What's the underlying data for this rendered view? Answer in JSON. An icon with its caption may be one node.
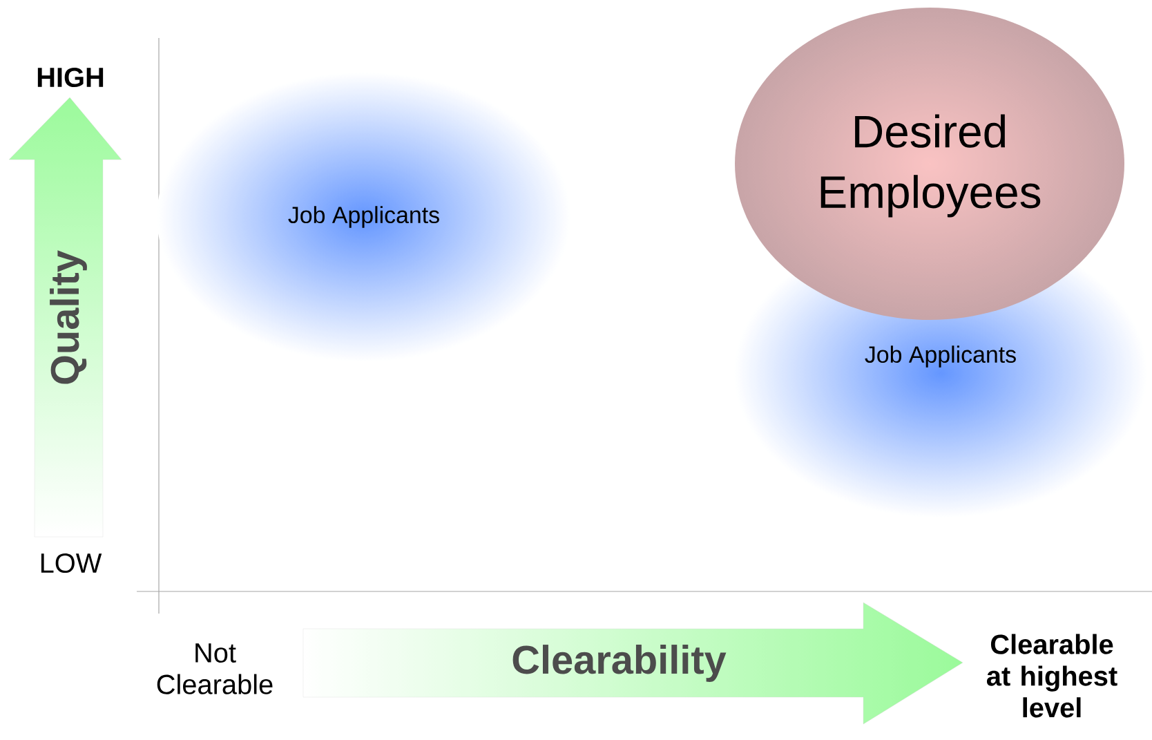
{
  "diagram": {
    "nodes": [
      {
        "text": [
          "Quality"
        ]
      },
      {
        "text": [
          "Job Applicants"
        ]
      },
      {
        "text": [
          "Desired Employees"
        ]
      },
      {
        "text": [
          "Job Applicants"
        ]
      },
      {
        "text": [
          "Clearability"
        ]
      }
    ],
    "labels": [
      "HIGH",
      "LOW",
      "Not Clearable",
      "Clearable at highest level"
    ]
  }
}
